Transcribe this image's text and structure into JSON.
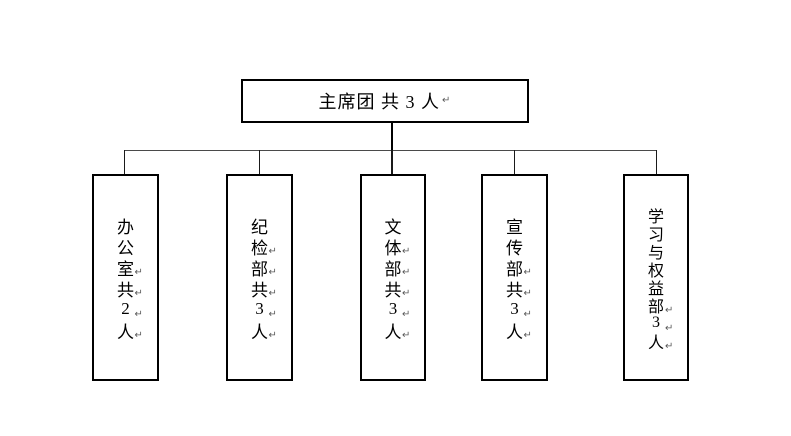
{
  "chart": {
    "mark_glyph": "↵",
    "root": {
      "label": "主席团 共 3 人"
    },
    "departments": [
      {
        "name": "办公室 共2人",
        "lines": [
          {
            "ch": "办",
            "mark": false
          },
          {
            "ch": "公",
            "mark": false
          },
          {
            "ch": "室",
            "mark": true
          },
          {
            "ch": "共",
            "mark": true
          },
          {
            "ch": "2",
            "mark": true
          },
          {
            "ch": "人",
            "mark": true
          }
        ]
      },
      {
        "name": "纪检部 共3人",
        "lines": [
          {
            "ch": "纪",
            "mark": false
          },
          {
            "ch": "检",
            "mark": true
          },
          {
            "ch": "部",
            "mark": true
          },
          {
            "ch": "共",
            "mark": true
          },
          {
            "ch": "3",
            "mark": true
          },
          {
            "ch": "人",
            "mark": true
          }
        ]
      },
      {
        "name": "文体部 共3人",
        "lines": [
          {
            "ch": "文",
            "mark": false
          },
          {
            "ch": "体",
            "mark": true
          },
          {
            "ch": "部",
            "mark": true
          },
          {
            "ch": "共",
            "mark": true
          },
          {
            "ch": "3",
            "mark": true
          },
          {
            "ch": "人",
            "mark": true
          }
        ]
      },
      {
        "name": "宣传部 共3人",
        "lines": [
          {
            "ch": "宣",
            "mark": false
          },
          {
            "ch": "传",
            "mark": false
          },
          {
            "ch": "部",
            "mark": true
          },
          {
            "ch": "共",
            "mark": true
          },
          {
            "ch": "3",
            "mark": true
          },
          {
            "ch": "人",
            "mark": true
          }
        ]
      },
      {
        "name": "学习与权益部 3人",
        "lines": [
          {
            "ch": "学",
            "mark": false
          },
          {
            "ch": "习",
            "mark": false
          },
          {
            "ch": "与",
            "mark": false
          },
          {
            "ch": "权",
            "mark": false
          },
          {
            "ch": "益",
            "mark": false
          },
          {
            "ch": "部",
            "mark": true
          },
          {
            "ch": "3",
            "mark": true
          },
          {
            "ch": "人",
            "mark": true
          }
        ]
      }
    ],
    "colors": {
      "background": "#ffffff",
      "box_border": "#000000",
      "connector": "#4a4a4a",
      "text": "#000000",
      "linebreak_mark": "#5a5a5a"
    }
  }
}
